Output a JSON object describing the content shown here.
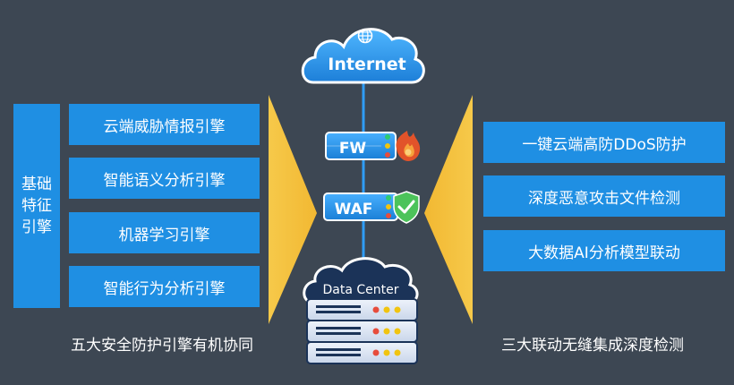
{
  "side_label": "基础特征引擎",
  "engines": [
    {
      "label": "云端威胁情报引擎"
    },
    {
      "label": "智能语义分析引擎"
    },
    {
      "label": "机器学习引擎"
    },
    {
      "label": "智能行为分析引擎"
    }
  ],
  "left_caption": "五大安全防护引擎有机协同",
  "linkages": [
    {
      "label": "一键云端高防DDoS防护"
    },
    {
      "label": "深度恶意攻击文件检测"
    },
    {
      "label": "大数据AI分析模型联动"
    }
  ],
  "right_caption": "三大联动无缝集成深度检测",
  "center": {
    "internet_label": "Internet",
    "fw_label": "FW",
    "waf_label": "WAF",
    "datacenter_label": "Data Center"
  },
  "icons": [
    "globe-icon",
    "flame-icon",
    "shield-check-icon",
    "cloud-icon",
    "server-icon"
  ],
  "colors": {
    "background": "#3d4753",
    "box_blue": "#1f8fe3",
    "funnel_yellow": "#f5c043",
    "device_blue": "#2b9bf0",
    "server_dark": "#1b3358"
  }
}
